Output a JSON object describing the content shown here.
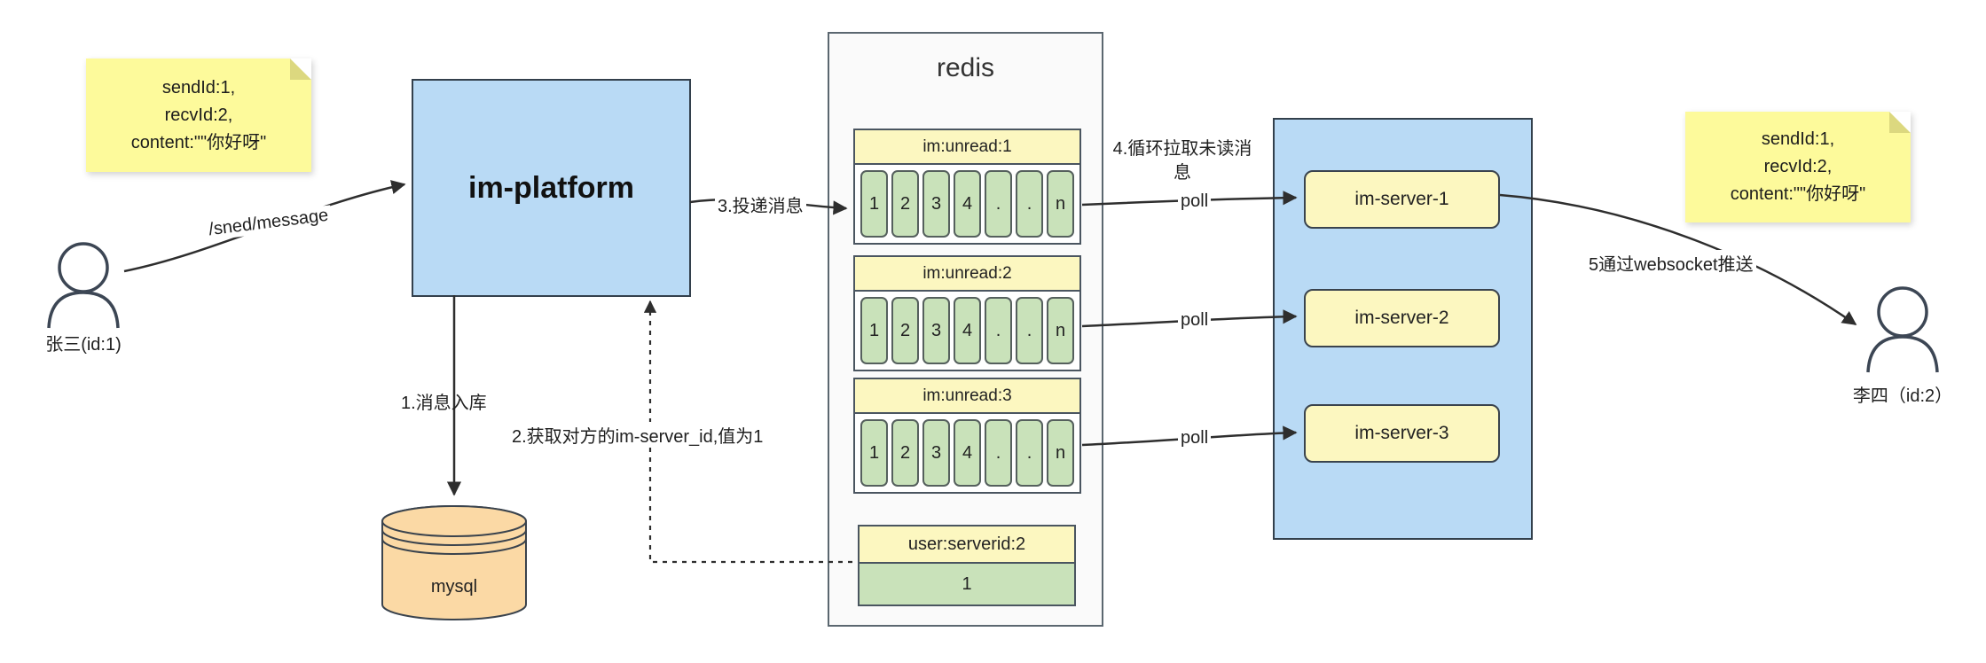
{
  "notes": {
    "left": {
      "lines": [
        "sendId:1,",
        "recvId:2,",
        "content:\"\"你好呀\""
      ]
    },
    "right": {
      "lines": [
        "sendId:1,",
        "recvId:2,",
        "content:\"\"你好呀\""
      ]
    }
  },
  "actors": {
    "sender": "张三(id:1)",
    "receiver": "李四（id:2）"
  },
  "platform": {
    "label": "im-platform"
  },
  "database": {
    "label": "mysql"
  },
  "redis": {
    "title": "redis",
    "queues": [
      {
        "title": "im:unread:1",
        "cells": [
          "1",
          "2",
          "3",
          "4",
          ".",
          ".",
          "n"
        ]
      },
      {
        "title": "im:unread:2",
        "cells": [
          "1",
          "2",
          "3",
          "4",
          ".",
          ".",
          "n"
        ]
      },
      {
        "title": "im:unread:3",
        "cells": [
          "1",
          "2",
          "3",
          "4",
          ".",
          ".",
          "n"
        ]
      }
    ],
    "mapping": {
      "title": "user:serverid:2",
      "value": "1"
    }
  },
  "servers": [
    {
      "label": "im-server-1"
    },
    {
      "label": "im-server-2"
    },
    {
      "label": "im-server-3"
    }
  ],
  "flow_labels": {
    "send_api": "/sned/message",
    "step1": "1.消息入库",
    "step2": "2.获取对方的im-server_id,值为1",
    "step3": "3.投递消息",
    "step4": "4.循环拉取未读消息",
    "step5": "5通过websocket推送",
    "poll": "poll"
  },
  "colors": {
    "node_blue": "#b9daf5",
    "note_yellow": "#fdfa9b",
    "queue_green": "#c9e2ba",
    "header_yellow": "#fcf7c0",
    "db_orange": "#fbd9a5",
    "arrow": "#2e2e2e"
  }
}
